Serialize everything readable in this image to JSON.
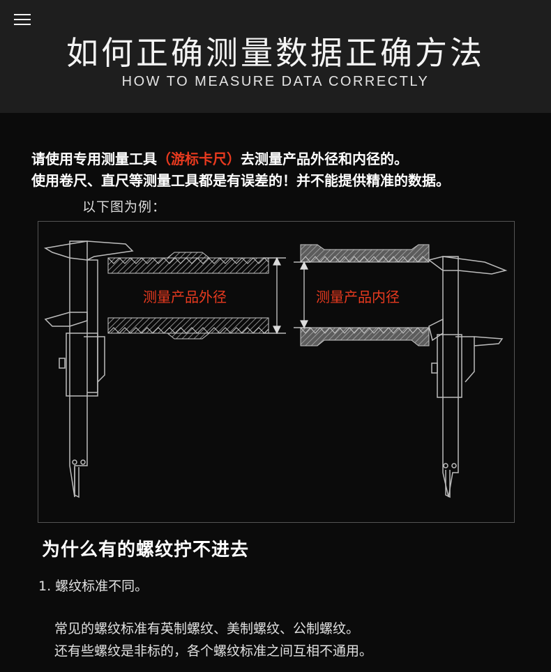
{
  "header": {
    "menu_icon": "hamburger-menu-icon",
    "title_cn": "如何正确测量数据正确方法",
    "title_en": "HOW TO MEASURE DATA CORRECTLY"
  },
  "intro": {
    "line1_before": "请使用专用测量工具",
    "line1_highlight": "（游标卡尺）",
    "line1_after": "去测量产品外径和内径的。",
    "line2": "使用卷尺、直尺等测量工具都是有误差的！并不能提供精准的数据。",
    "highlight_color": "#e83a1f"
  },
  "example_label": "以下图为例：",
  "figure": {
    "outer_caption": "测量产品外径",
    "inner_caption": "测量产品内径"
  },
  "section": {
    "title": "为什么有的螺纹拧不进去",
    "item1": "1. 螺纹标准不同。",
    "para_line1": "常见的螺纹标准有英制螺纹、美制螺纹、公制螺纹。",
    "para_line2": "还有些螺纹是非标的，各个螺纹标准之间互相不通用。"
  }
}
